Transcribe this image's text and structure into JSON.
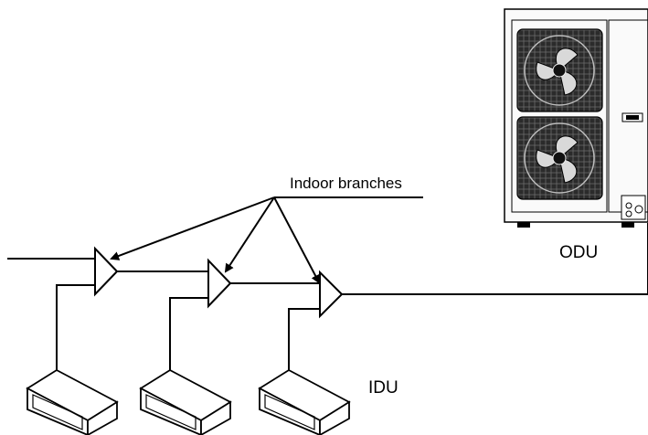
{
  "diagram": {
    "labels": {
      "indoor_branches": "Indoor branches",
      "odu": "ODU",
      "idu": "IDU"
    }
  }
}
